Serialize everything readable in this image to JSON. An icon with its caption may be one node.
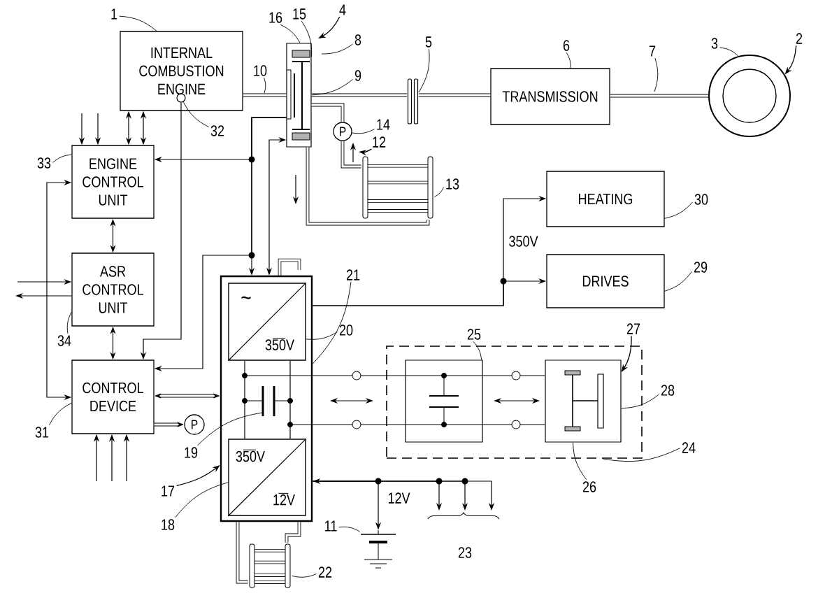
{
  "diagram": {
    "nodes": [
      {
        "text": [
          "INTERNAL COMBUSTION ENGINE"
        ]
      },
      {
        "text": [],
        "shape": "circle",
        "in": 0
      },
      {
        "text": [],
        "shape": "box"
      },
      {
        "text": [],
        "shape": "bar"
      },
      {
        "text": [
          "TRANSMISSION"
        ]
      },
      {
        "text": [],
        "shape": "circle"
      },
      {
        "text": [
          "P"
        ]
      },
      {
        "text": [
          "ENGINE CONTROL UNIT"
        ]
      },
      {
        "text": [
          "HEATING"
        ]
      },
      {
        "text": [
          "ASR CONTROL UNIT"
        ]
      },
      {
        "text": [
          "DRIVES"
        ]
      },
      {
        "text": [],
        "shape": "box"
      },
      {
        "text": [
          "~",
          "350V"
        ],
        "in": 11
      },
      {
        "text": [],
        "shape": "box"
      },
      {
        "text": [],
        "shape": "box",
        "in": 13
      },
      {
        "text": [],
        "shape": "box",
        "in": 13
      },
      {
        "text": [
          "CONTROL DEVICE"
        ]
      },
      {
        "text": [
          "P"
        ]
      },
      {
        "text": [
          "350V",
          "12V"
        ],
        "in": 11
      },
      {
        "text": [],
        "shape": "battery"
      },
      {
        "text": [
          "1"
        ]
      },
      {
        "text": [
          "16"
        ]
      },
      {
        "text": [
          "15"
        ]
      },
      {
        "text": [
          "4"
        ]
      },
      {
        "text": [
          "8"
        ]
      },
      {
        "text": [
          "10"
        ]
      },
      {
        "text": [
          "9"
        ]
      },
      {
        "text": [
          "5"
        ]
      },
      {
        "text": [
          "6"
        ]
      },
      {
        "text": [
          "7"
        ]
      },
      {
        "text": [
          "3"
        ]
      },
      {
        "text": [
          "2"
        ]
      },
      {
        "text": [
          "32"
        ]
      },
      {
        "text": [
          "14"
        ]
      },
      {
        "text": [
          "12"
        ]
      },
      {
        "text": [
          "33"
        ]
      },
      {
        "text": [
          "13"
        ]
      },
      {
        "text": [
          "30"
        ]
      },
      {
        "text": [
          "21"
        ]
      },
      {
        "text": [
          "29"
        ]
      },
      {
        "text": [
          "34"
        ]
      },
      {
        "text": [
          "20"
        ]
      },
      {
        "text": [
          "27"
        ]
      },
      {
        "text": [
          "25"
        ]
      },
      {
        "text": [
          "28"
        ]
      },
      {
        "text": [
          "31"
        ]
      },
      {
        "text": [
          "19"
        ]
      },
      {
        "text": [
          "24"
        ]
      },
      {
        "text": [
          "26"
        ]
      },
      {
        "text": [
          "17"
        ]
      },
      {
        "text": [
          "18"
        ]
      },
      {
        "text": [
          "11"
        ]
      },
      {
        "text": [
          "22"
        ]
      },
      {
        "text": [],
        "shape": "radiator"
      },
      {
        "text": [],
        "shape": "radiator"
      }
    ],
    "edges": [
      {
        "from": 0,
        "to": 2,
        "arrow": "none",
        "style": "thick"
      },
      {
        "from": 2,
        "to": 3,
        "arrow": "none",
        "style": "thick"
      },
      {
        "from": 3,
        "to": 4,
        "arrow": "none",
        "style": "thick"
      },
      {
        "from": 4,
        "to": 5,
        "arrow": "none",
        "style": "thick"
      },
      {
        "from": 7,
        "to": 0,
        "arrow": "both"
      },
      {
        "from": 7,
        "to": 0,
        "arrow": "both"
      },
      {
        "from": null,
        "to": 7,
        "arrow": "to"
      },
      {
        "from": null,
        "to": 7,
        "arrow": "to"
      },
      {
        "from": 7,
        "to": 9,
        "arrow": "both"
      },
      {
        "from": 9,
        "to": 16,
        "arrow": "both"
      },
      {
        "from": null,
        "to": 9,
        "arrow": "to"
      },
      {
        "from": 9,
        "to": null,
        "arrow": "to"
      },
      {
        "from": 7,
        "to": 16,
        "arrow": "both"
      },
      {
        "from": 2,
        "to": 7,
        "arrow": "to"
      },
      {
        "from": 2,
        "to": 11,
        "arrow": "to"
      },
      {
        "from": 2,
        "to": 16,
        "arrow": "to"
      },
      {
        "from": 11,
        "to": 2,
        "arrow": "both"
      },
      {
        "from": 1,
        "to": 16,
        "arrow": "to"
      },
      {
        "from": 16,
        "to": 11,
        "arrow": "both",
        "style": "thick"
      },
      {
        "from": 16,
        "to": 17,
        "arrow": "to",
        "style": "thick"
      },
      {
        "from": null,
        "to": 16,
        "arrow": "to"
      },
      {
        "from": null,
        "to": 16,
        "arrow": "to"
      },
      {
        "from": null,
        "to": 16,
        "arrow": "to"
      },
      {
        "from": 11,
        "to": 8,
        "arrow": "to",
        "label": "350V"
      },
      {
        "from": 11,
        "to": 10,
        "arrow": "to"
      },
      {
        "from": 11,
        "to": 14,
        "arrow": "none"
      },
      {
        "from": 11,
        "to": 14,
        "arrow": "none"
      },
      {
        "from": 14,
        "to": 15,
        "arrow": "none"
      },
      {
        "from": 14,
        "to": 15,
        "arrow": "none"
      },
      {
        "from": 11,
        "to": 19,
        "arrow": "both",
        "label": "12V"
      },
      {
        "from": 11,
        "to": null,
        "arrow": "to"
      },
      {
        "from": 11,
        "to": null,
        "arrow": "to"
      },
      {
        "from": 11,
        "to": null,
        "arrow": "to"
      },
      {
        "from": 20,
        "to": 0,
        "arrow": "none"
      },
      {
        "from": 21,
        "to": 2,
        "arrow": "none"
      },
      {
        "from": 22,
        "to": 2,
        "arrow": "none"
      },
      {
        "from": 23,
        "to": null,
        "arrow": "to"
      },
      {
        "from": 24,
        "to": null,
        "arrow": "none"
      },
      {
        "from": 25,
        "to": null,
        "arrow": "none"
      },
      {
        "from": 26,
        "to": 2,
        "arrow": "none"
      },
      {
        "from": 27,
        "to": 3,
        "arrow": "none"
      },
      {
        "from": 28,
        "to": 4,
        "arrow": "none"
      },
      {
        "from": 29,
        "to": null,
        "arrow": "none"
      },
      {
        "from": 30,
        "to": 5,
        "arrow": "none"
      },
      {
        "from": 31,
        "to": 5,
        "arrow": "to"
      },
      {
        "from": 32,
        "to": 1,
        "arrow": "none"
      },
      {
        "from": 33,
        "to": 6,
        "arrow": "none"
      },
      {
        "from": 34,
        "to": null,
        "arrow": "to"
      },
      {
        "from": 35,
        "to": 7,
        "arrow": "none"
      },
      {
        "from": 36,
        "to": 53,
        "arrow": "none"
      },
      {
        "from": 37,
        "to": 8,
        "arrow": "none"
      },
      {
        "from": 38,
        "to": 11,
        "arrow": "none"
      },
      {
        "from": 39,
        "to": 10,
        "arrow": "none"
      },
      {
        "from": 40,
        "to": 9,
        "arrow": "none"
      },
      {
        "from": 41,
        "to": 12,
        "arrow": "none"
      },
      {
        "from": 42,
        "to": 15,
        "arrow": "to"
      },
      {
        "from": 43,
        "to": 14,
        "arrow": "none"
      },
      {
        "from": 44,
        "to": 15,
        "arrow": "none"
      },
      {
        "from": 45,
        "to": 16,
        "arrow": "none"
      },
      {
        "from": 46,
        "to": null,
        "arrow": "none"
      },
      {
        "from": 47,
        "to": 13,
        "arrow": "none"
      },
      {
        "from": 48,
        "to": 15,
        "arrow": "none"
      },
      {
        "from": 49,
        "to": 11,
        "arrow": "to"
      },
      {
        "from": 50,
        "to": 18,
        "arrow": "none"
      },
      {
        "from": 51,
        "to": 19,
        "arrow": "none"
      },
      {
        "from": 52,
        "to": 54,
        "arrow": "none"
      },
      {
        "from": 2,
        "to": 6,
        "arrow": "none",
        "style": "thick"
      },
      {
        "from": 6,
        "to": 53,
        "arrow": "none",
        "style": "thick"
      },
      {
        "from": 53,
        "to": 2,
        "arrow": "none",
        "style": "thick"
      },
      {
        "from": 11,
        "to": 54,
        "arrow": "none",
        "style": "thick"
      },
      {
        "from": 11,
        "to": 54,
        "arrow": "none",
        "style": "thick"
      },
      {
        "from": 12,
        "to": 18,
        "arrow": "none"
      },
      {
        "from": 12,
        "to": 18,
        "arrow": "none"
      }
    ],
    "labels": [
      "23"
    ]
  }
}
